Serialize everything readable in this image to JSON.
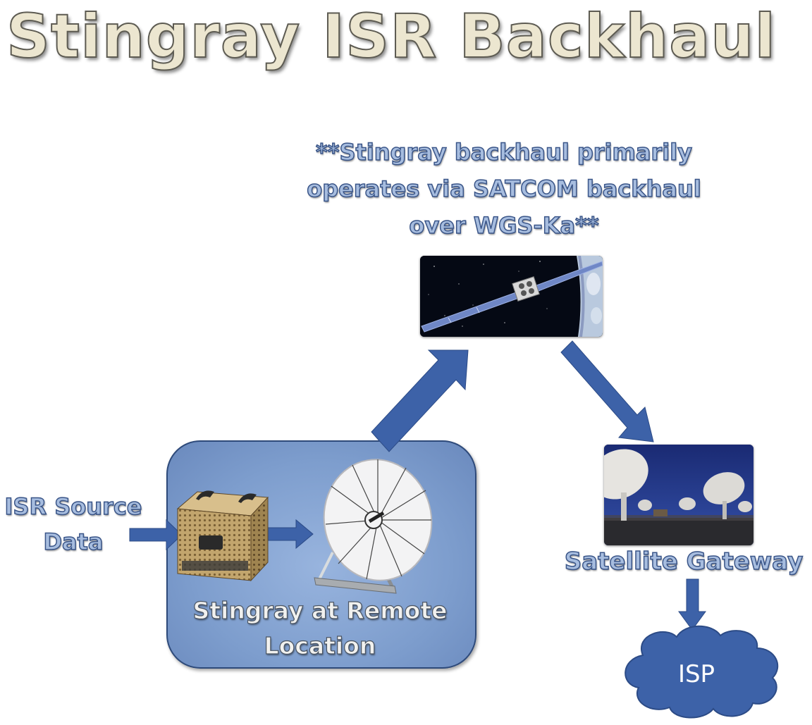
{
  "title": "Stingray ISR Backhaul",
  "note": {
    "line1": "**Stingray backhaul primarily",
    "line2": "operates via SATCOM backhaul",
    "line3": "over WGS-Ka**"
  },
  "source": {
    "line1": "ISR Source",
    "line2": "Data"
  },
  "remote": {
    "line1": "Stingray at Remote",
    "line2": "Location"
  },
  "gateway": {
    "label": "Satellite Gateway"
  },
  "isp": {
    "label": "ISP"
  },
  "colors": {
    "arrow": "#3d62a8",
    "box": "#7f9fcf",
    "cloud": "#3d62a8"
  }
}
